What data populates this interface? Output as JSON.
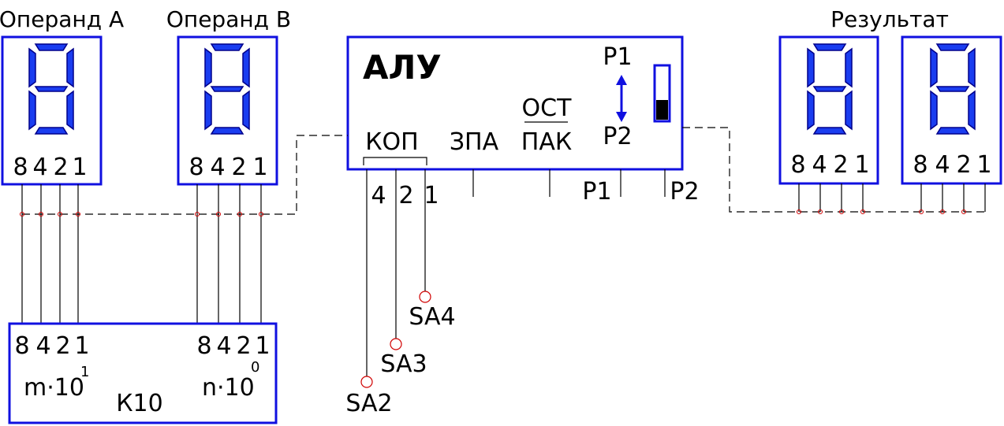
{
  "labels": {
    "operand_a": "Операнд А",
    "operand_b": "Операнд В",
    "result": "Результат",
    "alu": "АЛУ",
    "kop": "КОП",
    "zpa": "ЗПА",
    "ost": "ОСТ",
    "pak": "ПАК",
    "p1": "Р1",
    "p2": "Р2",
    "p1_pin": "Р1",
    "p2_pin": "Р2",
    "kop_bit4": "4",
    "kop_bit2": "2",
    "kop_bit1": "1",
    "k10": "К10",
    "m_term": "m·10",
    "m_exp": "1",
    "n_term": "n·10",
    "n_exp": "0",
    "sa2": "SA2",
    "sa3": "SA3",
    "sa4": "SA4"
  },
  "bit_weights": [
    "8",
    "4",
    "2",
    "1"
  ],
  "colors": {
    "frame": "#1010e0",
    "segment": "#1a3df0",
    "switch": "#d00000",
    "wire": "#000000"
  }
}
